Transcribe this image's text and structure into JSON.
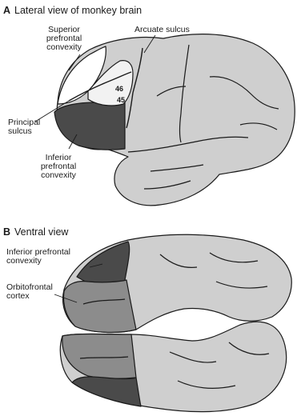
{
  "panel_a": {
    "letter": "A",
    "title": "Lateral view of monkey brain",
    "labels": {
      "superior_prefrontal_convexity": "Superior\nprefrontal\nconvexity",
      "arcuate_sulcus": "Arcuate sulcus",
      "principal_sulcus": "Principal\nsulcus",
      "inferior_prefrontal_convexity": "Inferior\nprefrontal\nconvexity",
      "area_46": "46",
      "area_45": "45"
    }
  },
  "panel_b": {
    "letter": "B",
    "title": "Ventral view",
    "labels": {
      "inferior_prefrontal_convexity": "Inferior prefrontal\nconvexity",
      "orbitofrontal_cortex": "Orbitofrontal\ncortex"
    }
  },
  "colors": {
    "cortex_light": "#cfcfcf",
    "cortex_dark": "#4a4a4a",
    "cortex_medium": "#8c8c8c",
    "outline": "#1a1a1a",
    "dorsolateral_white": "#ffffff"
  }
}
